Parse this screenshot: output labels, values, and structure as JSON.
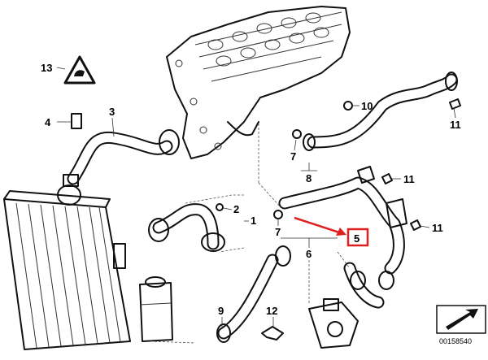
{
  "callouts": {
    "c1": "1",
    "c2": "2",
    "c3": "3",
    "c4": "4",
    "c5": "5",
    "c6": "6",
    "c7a": "7",
    "c7b": "7",
    "c8": "8",
    "c9": "9",
    "c10": "10",
    "c11a": "11",
    "c11b": "11",
    "c11c": "11",
    "c12": "12",
    "c13": "13"
  },
  "reference_number": "00158540",
  "colors": {
    "highlight": "#e02020",
    "line": "#111111"
  },
  "icons": [
    "warning-triangle-icon",
    "direction-arrow-icon"
  ]
}
